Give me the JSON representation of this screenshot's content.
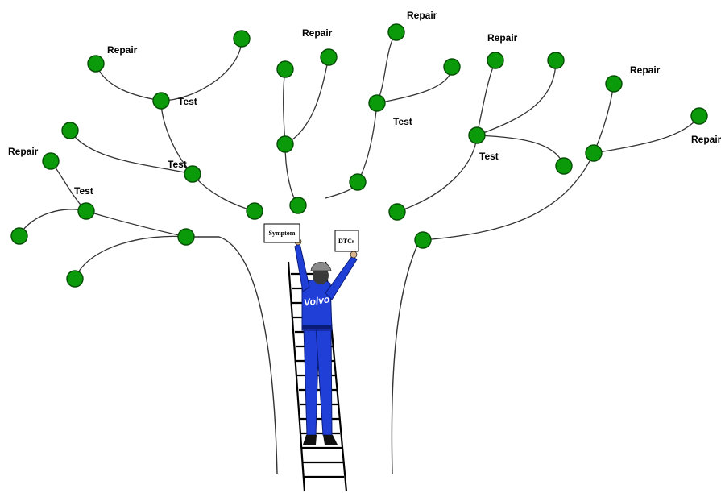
{
  "labels": {
    "repair": "Repair",
    "test": "Test"
  },
  "signs": {
    "symptom": "Symptom",
    "dtcs": "DTCs"
  },
  "mechanic": {
    "shirt_text": "Volvo"
  },
  "colors": {
    "node_fill": "#0a9a0a",
    "node_stroke": "#064d06",
    "suit": "#1f3fd6",
    "line": "#333333"
  }
}
